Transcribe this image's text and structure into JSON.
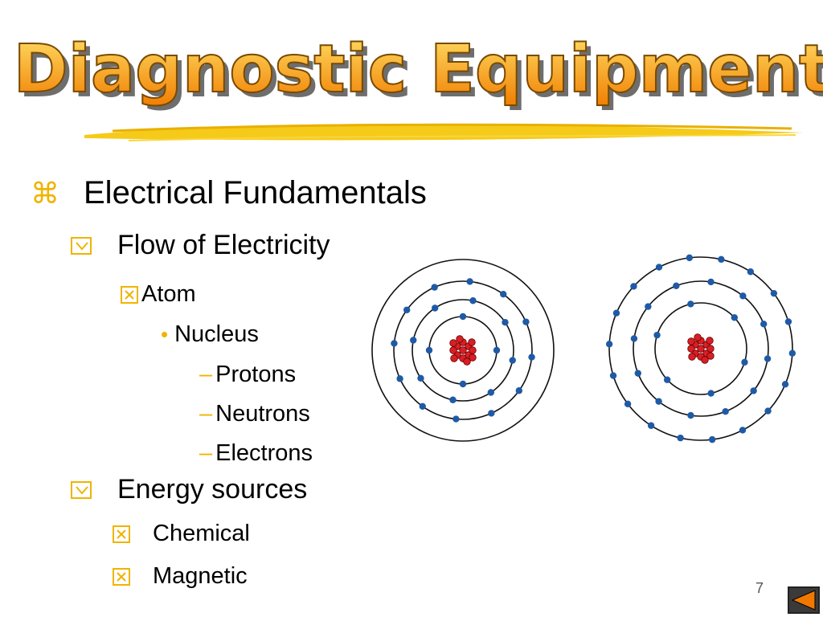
{
  "title": "Diagnostic Equipment",
  "colors": {
    "title_fill_top": "#ffd54a",
    "title_fill_bottom": "#f08a00",
    "bullet": "#f0b400",
    "electron": "#1f5aa6",
    "nucleus": "#d81f26"
  },
  "bullets": {
    "main": "Electrical Fundamentals",
    "flow": "Flow of Electricity",
    "atom": "Atom",
    "nucleus": "Nucleus",
    "protons": "Protons",
    "neutrons": "Neutrons",
    "electrons": "Electrons",
    "energy": "Energy sources",
    "chemical": "Chemical",
    "magnetic": "Magnetic"
  },
  "page_number": "7",
  "icons": {
    "main_bullet": "command-icon",
    "sub_bullet": "check-box-icon",
    "subsub_bullet": "x-box-icon",
    "nav": "back-arrow-icon"
  }
}
